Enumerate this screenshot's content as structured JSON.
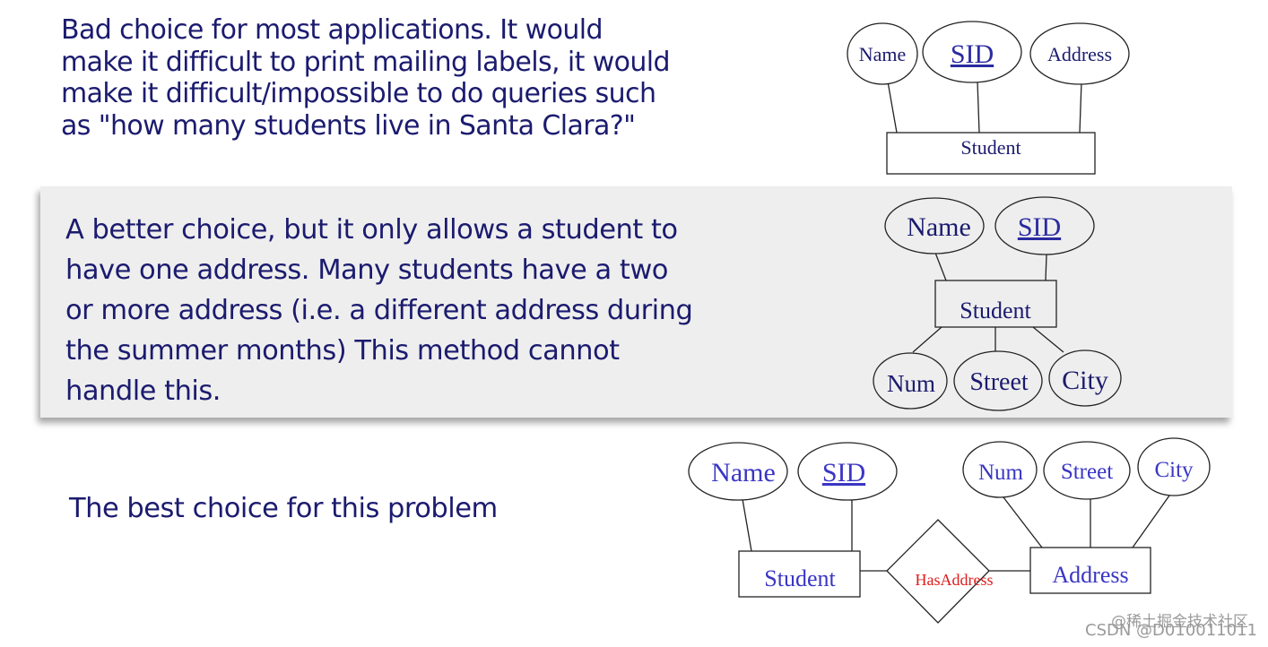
{
  "panels": [
    {
      "description": "Bad choice for most applications. It would make it difficult to print mailing labels, it would make it difficult/impossible to do queries such as \"how many students live in Santa Clara?\"",
      "diagram": {
        "entity": "Student",
        "attributes": [
          "Name",
          "SID",
          "Address"
        ]
      }
    },
    {
      "description": "A better choice, but it only allows a student to have one address. Many students have a two or more address (i.e. a different address during the summer months) This method cannot handle this.",
      "diagram": {
        "entity": "Student",
        "attributes": [
          "Name",
          "SID"
        ],
        "composite_attributes": [
          "Num",
          "Street",
          "City"
        ]
      }
    },
    {
      "description": "The best choice for this problem",
      "diagram": {
        "entity_left": "Student",
        "left_attributes": [
          "Name",
          "SID"
        ],
        "relationship": "HasAddress",
        "entity_right": "Address",
        "right_attributes": [
          "Num",
          "Street",
          "City"
        ]
      }
    }
  ],
  "colors": {
    "text": "#1b1b6f",
    "diagram_label": "#3a36c4",
    "relationship_label": "#e01b1b",
    "band": "#eeeeee"
  },
  "watermark": {
    "line1": "@稀土掘金技术社区",
    "line2": "CSDN @D010011011"
  }
}
